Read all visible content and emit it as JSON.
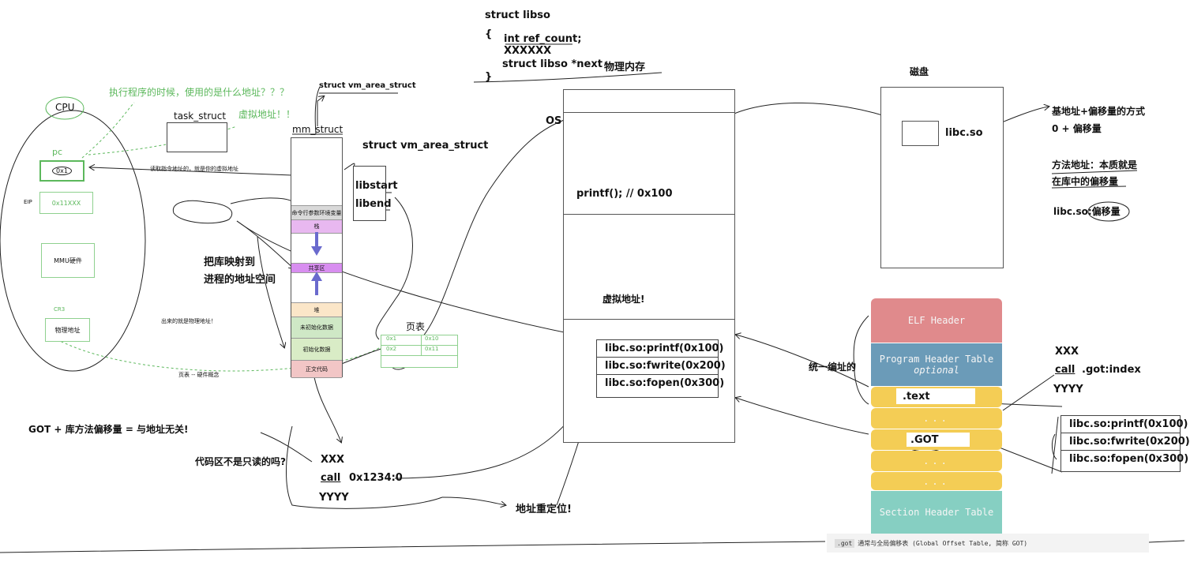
{
  "colors": {
    "green": "#5cb85c",
    "elf_header": "#e08a8c",
    "program_header": "#6b9bb8",
    "sections": "#f4cd55",
    "section_header": "#86cfc2"
  },
  "struct_libso": {
    "title": "struct libso",
    "open_brace": "{",
    "field1": "int ref_count;",
    "field2": "XXXXXX",
    "field3": "struct libso *next",
    "memory_label": "物理内存",
    "close_brace": "}"
  },
  "cpu": {
    "label": "CPU",
    "pc_label": "pc",
    "pc_value": "0x1",
    "eip_label": "EIP",
    "eip_value": "0x11XXX",
    "mmu_label": "MMU硬件",
    "cr3_label": "CR3",
    "phys_label": "物理地址"
  },
  "notes": {
    "question_address": "执行程序的时候，使用的是什么地址？？？",
    "virtual_address": "虚拟地址！！",
    "task_struct": "task_struct",
    "vm_area_top": "struct vm_area_struct",
    "mm_struct": "mm_struct",
    "vm_area_mid": "struct vm_area_struct",
    "libstart": "libstart",
    "libend": "libend",
    "small_note_pc": "读取指令地址的，就是你的虚拟地址",
    "map_lib_line1": "把库映射到",
    "map_lib_line2": "进程的地址空间",
    "out_address": "出来的就是物理地址！",
    "page_table": "页表",
    "page_table_note": "页表 -- 硬件概念",
    "got_formula": "GOT + 库方法偏移量 = 与地址无关!",
    "code_readonly": "代码区不是只读的吗?",
    "relocation": "地址重定位!",
    "os_label": "OS",
    "printf_call": "printf();   // 0x100",
    "virtual_addr_mark": "虚拟地址!",
    "unified_addr": "统一编址的",
    "disk_label": "磁盘",
    "libc_so": "libc.so",
    "base_offset": "基地址+偏移量的方式",
    "zero_offset": "0 + 偏移量",
    "method_addr_line1": "方法地址：本质就是",
    "method_addr_line2": "在库中的偏移量",
    "libc_offset": "libc.so:偏移量"
  },
  "segments": [
    {
      "label": ""
    },
    {
      "label": "命令行参数环境变量"
    },
    {
      "label": "栈"
    },
    {
      "label": ""
    },
    {
      "label": "共享区"
    },
    {
      "label": ""
    },
    {
      "label": "堆"
    },
    {
      "label": "未初始化数据"
    },
    {
      "label": "初始化数据"
    },
    {
      "label": "正文代码"
    }
  ],
  "page_table_rows": [
    {
      "left": "0x1",
      "right": "0x10"
    },
    {
      "left": "0x2",
      "right": "0x11"
    }
  ],
  "code_snippet": {
    "line1": "XXX",
    "call_kw": "call",
    "call_target": "0x1234:0",
    "line3": "YYYY"
  },
  "lib_table_mem": [
    "libc.so:printf(0x100)",
    "libc.so:fwrite(0x200)",
    "libc.so:fopen(0x300)"
  ],
  "lib_table_right": [
    "libc.so:printf(0x100)",
    "libc.so:fwrite(0x200)",
    "libc.so:fopen(0x300)"
  ],
  "elf": {
    "header": "ELF Header",
    "program_header": "Program Header Table",
    "optional": "optional",
    "text": ".text",
    "dots": "...",
    "got": ".GOT",
    "section_header": "Section Header Table",
    "caption_tag": ".got",
    "caption_text": "通常与全局偏移表 (Global Offset Table, 简称 GOT)"
  },
  "elf_code": {
    "line1": "XXX",
    "call_kw": "call",
    "call_target": ".got:index",
    "line3": "YYYY"
  }
}
